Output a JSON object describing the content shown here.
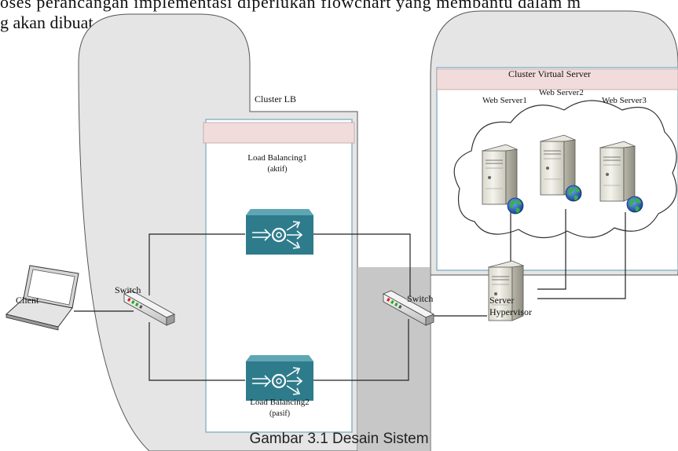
{
  "intro_text": {
    "line1": "oses perancangan implementasi diperlukan flowchart yang membantu dalam m",
    "line2": "g akan dibuat."
  },
  "clusters": {
    "lb_label": "Cluster LB",
    "virtual_label": "Cluster Virtual Server"
  },
  "web_servers": [
    {
      "label": "Web Server1"
    },
    {
      "label": "Web Server2"
    },
    {
      "label": "Web Server3"
    }
  ],
  "load_balancers": [
    {
      "name": "Load Balancing1",
      "state": "(aktif)"
    },
    {
      "name": "Load Balancing2",
      "state": "(pasif)"
    }
  ],
  "client_label": "Client",
  "switch_labels": [
    "Switch",
    "Switch"
  ],
  "hypervisor": {
    "line1": "Server",
    "line2": "Hypervisor"
  },
  "caption": "Gambar 3.1 Desain Sistem",
  "colors": {
    "cluster_shadow": "#d6d6d6",
    "header_bar": "#f2dcdb",
    "lb_device": "#2e7b8c",
    "server_body": "#ecebe2",
    "globe": "#2c5fb5"
  }
}
